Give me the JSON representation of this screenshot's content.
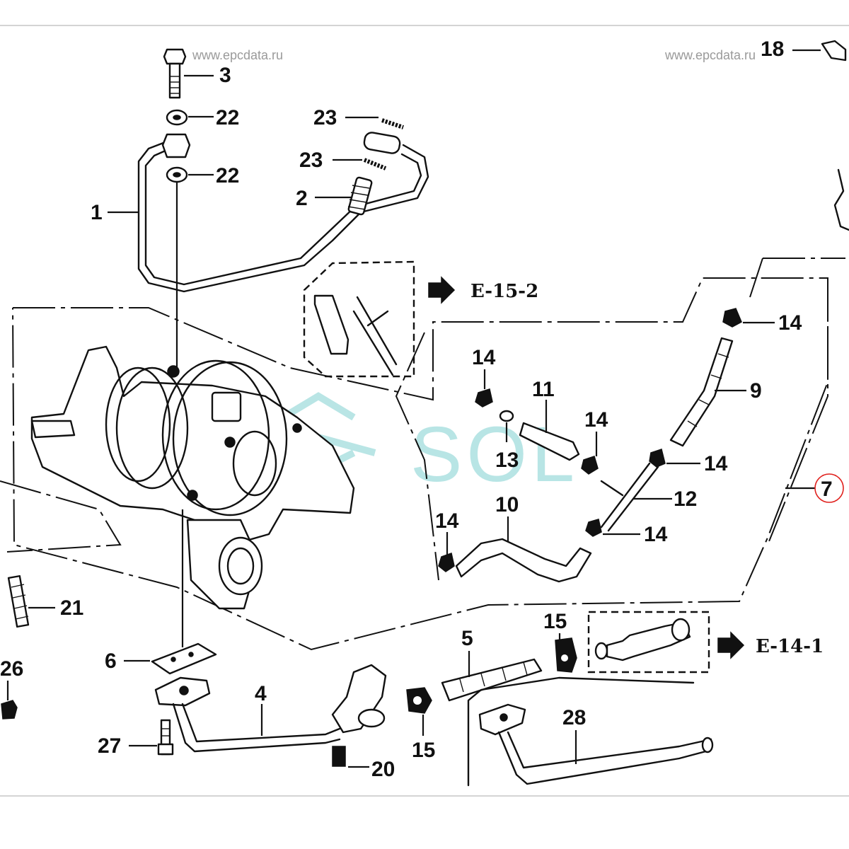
{
  "diagram": {
    "title": "A/C compressor and lines exploded parts diagram",
    "watermarks": [
      "www.epcdata.ru",
      "www.epcdata.ru"
    ],
    "brand_watermark": "SOL",
    "highlighted_callout": "7",
    "highlight_color": "#e0201c",
    "logo_color": "#7fd0d0"
  },
  "callouts": {
    "c1": "1",
    "c2": "2",
    "c3": "3",
    "c4": "4",
    "c5": "5",
    "c6": "6",
    "c7": "7",
    "c9": "9",
    "c10": "10",
    "c11": "11",
    "c12": "12",
    "c13": "13",
    "c14a": "14",
    "c14b": "14",
    "c14c": "14",
    "c14d": "14",
    "c14e": "14",
    "c14f": "14",
    "c15a": "15",
    "c15b": "15",
    "c18": "18",
    "c20": "20",
    "c21": "21",
    "c22a": "22",
    "c22b": "22",
    "c23a": "23",
    "c23b": "23",
    "c26": "26",
    "c27": "27",
    "c28": "28"
  },
  "references": [
    {
      "label": "E-15-2",
      "icon": "arrow-right-icon"
    },
    {
      "label": "E-14-1",
      "icon": "arrow-right-icon"
    }
  ]
}
